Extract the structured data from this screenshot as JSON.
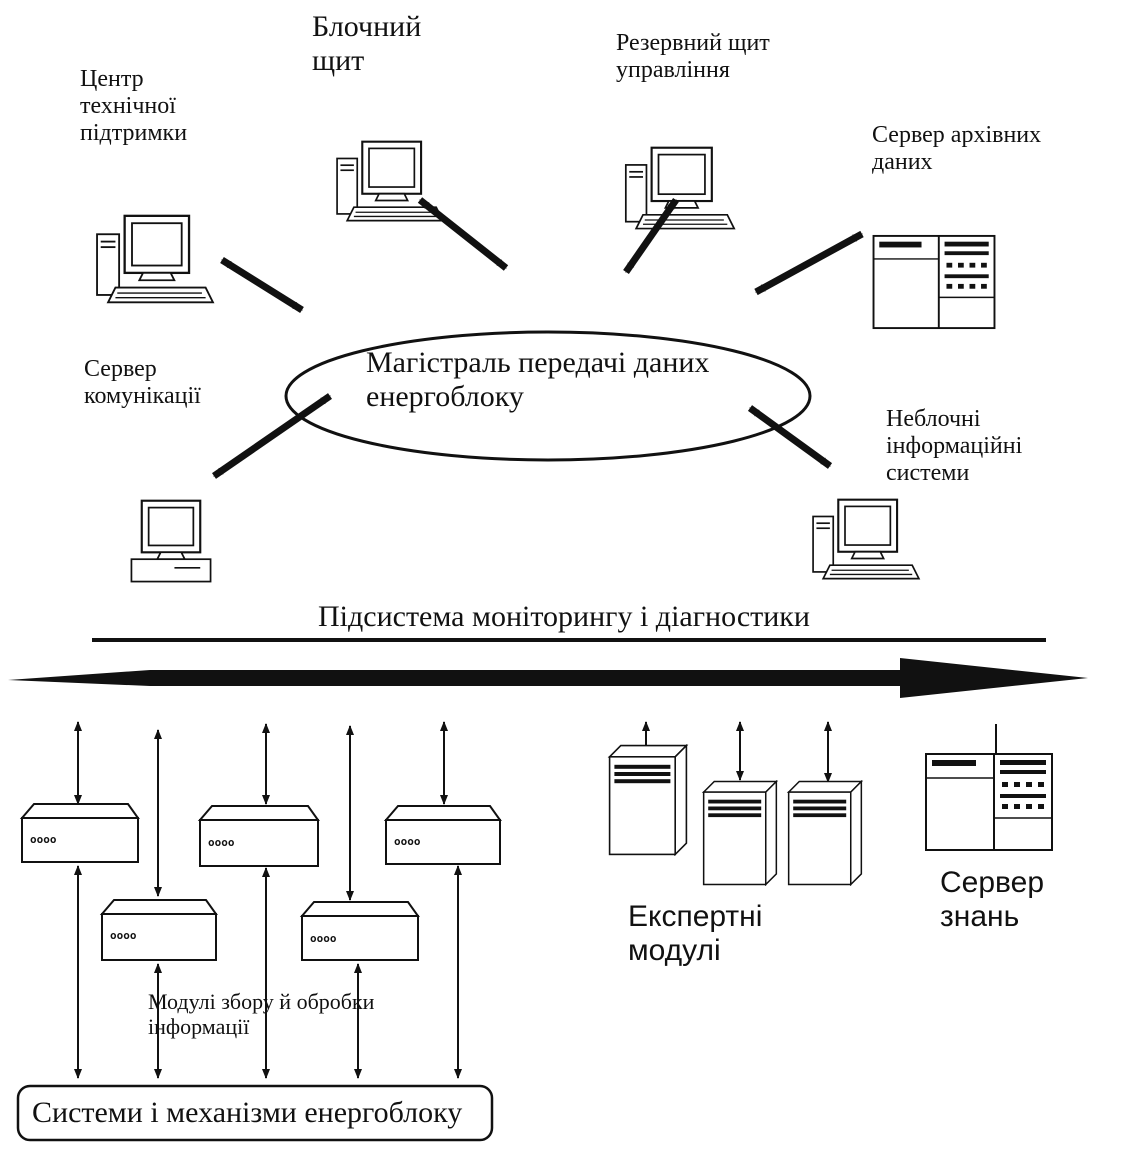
{
  "top_nodes": {
    "support_center": [
      "Центр",
      "технічної",
      "підтримки"
    ],
    "unit_panel": [
      "Блочний",
      "щит"
    ],
    "backup_panel": [
      "Резервний щит",
      "управління"
    ],
    "archive_server": [
      "Сервер архівних",
      "даних"
    ],
    "comm_server": [
      "Сервер",
      "комунікації"
    ],
    "nonunit_systems": [
      "Неблочні",
      "інформаційні",
      "системи"
    ]
  },
  "data_bus": [
    "Магістраль передачі даних",
    "енергоблоку"
  ],
  "subsystem_title": "Підсистема моніторингу і діагностики",
  "modules_label": [
    "Модулі збору й обробки",
    "інформації"
  ],
  "module_indicator": "oooo",
  "expert_modules_label": [
    "Експертні",
    "модулі"
  ],
  "knowledge_server_label": [
    "Сервер",
    "знань"
  ],
  "plant_systems_label": "Системи і механізми енергоблоку"
}
